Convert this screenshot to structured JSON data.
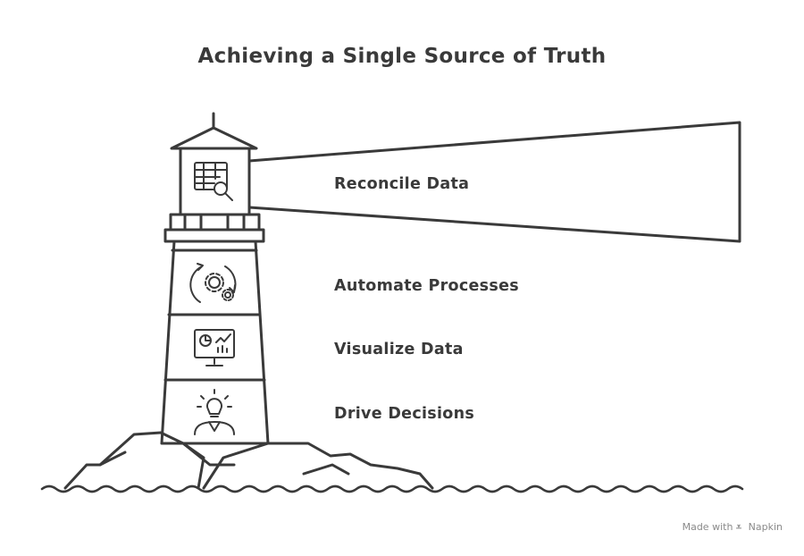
{
  "title": "Achieving a Single Source of Truth",
  "steps": [
    {
      "label": "Reconcile Data",
      "icon": "spreadsheet-search-icon"
    },
    {
      "label": "Automate Processes",
      "icon": "gears-cycle-icon"
    },
    {
      "label": "Visualize Data",
      "icon": "monitor-chart-icon"
    },
    {
      "label": "Drive Decisions",
      "icon": "person-lightbulb-icon"
    }
  ],
  "footer": {
    "made_with": "Made with",
    "brand": "Napkin"
  },
  "colors": {
    "ink": "#3a3a3a",
    "background": "#ffffff",
    "muted": "#8a8a8a"
  }
}
